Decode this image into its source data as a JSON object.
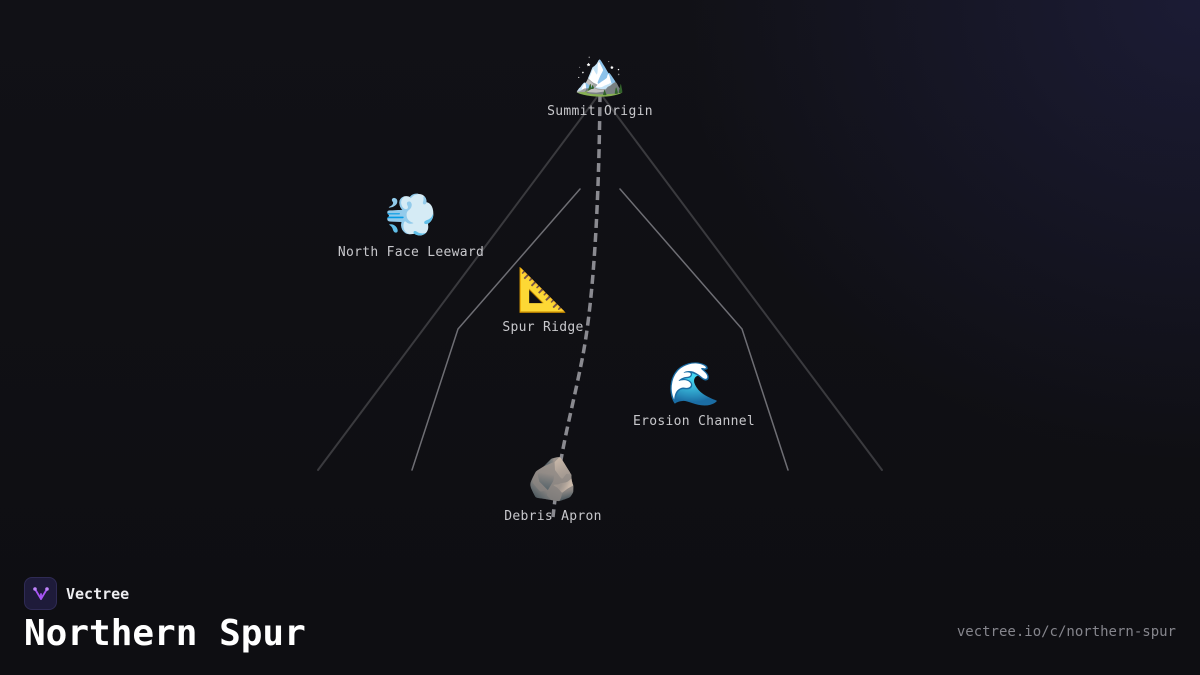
{
  "brand": {
    "name": "Vectree",
    "accent": "#a855f7"
  },
  "page": {
    "title": "Northern Spur",
    "url": "vectree.io/c/northern-spur"
  },
  "nodes": [
    {
      "id": "summit-origin",
      "icon": "🏔️",
      "icon_name": "snow-capped-mountain-icon",
      "label": "Summit Origin"
    },
    {
      "id": "north-face-leeward",
      "icon": "💨",
      "icon_name": "wind-gust-icon",
      "label": "North Face Leeward"
    },
    {
      "id": "spur-ridge",
      "icon": "📐",
      "icon_name": "triangular-ruler-icon",
      "label": "Spur Ridge"
    },
    {
      "id": "erosion-channel",
      "icon": "🌊",
      "icon_name": "water-wave-icon",
      "label": "Erosion Channel"
    },
    {
      "id": "debris-apron",
      "icon": "🪨",
      "icon_name": "rock-icon",
      "label": "Debris Apron"
    }
  ],
  "colors": {
    "background": "#0f0f13",
    "outer_branch": "#3a3a3e",
    "inner_branch": "#6e6e74",
    "main_path": "#8a8a90",
    "label": "#c8c8cc"
  }
}
